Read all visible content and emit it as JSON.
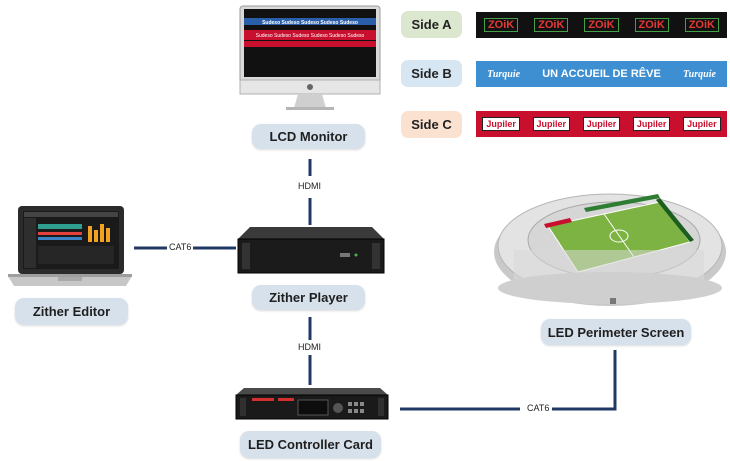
{
  "sides": [
    {
      "label": "Side A",
      "color": "#dbe8cf",
      "logo": "ZOiK",
      "count": 5
    },
    {
      "label": "Side B",
      "color": "#d6e6f2",
      "text": "UN ACCUEIL DE RÊVE",
      "brand": "Turquie"
    },
    {
      "label": "Side C",
      "color": "#fbe1d0",
      "logo": "Jupiler",
      "count": 5
    }
  ],
  "monitor_ticker": "Sudeso Sudeso Sudeso Sudeso Sudeso Sudeso",
  "monitor_brand": "Sudeso",
  "devices": {
    "lcd_monitor": "LCD Monitor",
    "zither_player": "Zither Player",
    "zither_editor": "Zither Editor",
    "led_controller": "LED Controller Card",
    "led_perimeter": "LED Perimeter Screen"
  },
  "connections": {
    "monitor_player": "HDMI",
    "editor_player": "CAT6",
    "player_controller": "HDMI",
    "controller_screen": "CAT6"
  },
  "colors": {
    "line": "#1f3864",
    "pill": "#d7e1ec"
  }
}
